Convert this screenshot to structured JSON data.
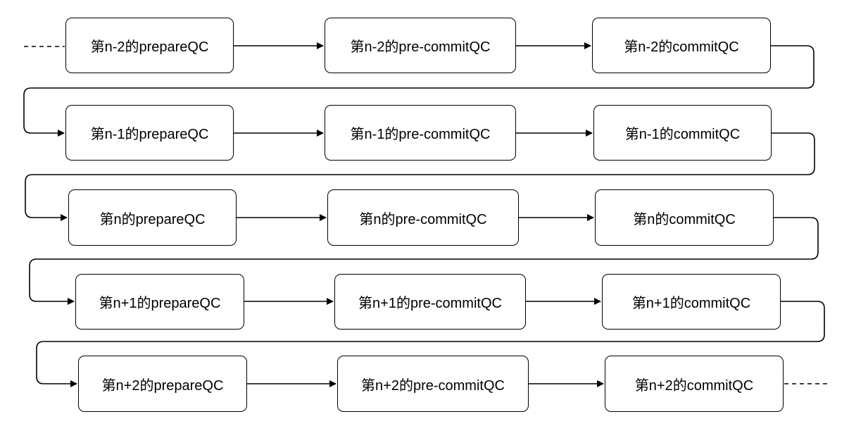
{
  "rows": [
    {
      "prepare": "第n-2的prepareQC",
      "precommit": "第n-2的pre-commitQC",
      "commit": "第n-2的commitQC"
    },
    {
      "prepare": "第n-1的prepareQC",
      "precommit": "第n-1的pre-commitQC",
      "commit": "第n-1的commitQC"
    },
    {
      "prepare": "第n的prepareQC",
      "precommit": "第n的pre-commitQC",
      "commit": "第n的commitQC"
    },
    {
      "prepare": "第n+1的prepareQC",
      "precommit": "第n+1的pre-commitQC",
      "commit": "第n+1的commitQC"
    },
    {
      "prepare": "第n+2的prepareQC",
      "precommit": "第n+2的pre-commitQC",
      "commit": "第n+2的commitQC"
    }
  ]
}
